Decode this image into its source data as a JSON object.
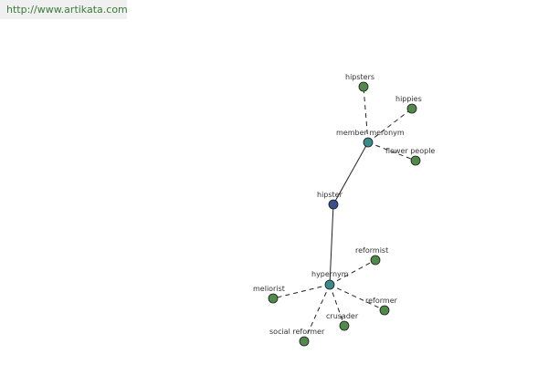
{
  "banner": {
    "url": "http://www.artikata.com"
  },
  "colors": {
    "term_node": "#3a4f8c",
    "relation_node": "#3a8a8c",
    "leaf_node": "#4f8a4a",
    "edge": "#222222",
    "label": "#333333"
  },
  "graph": {
    "nodes": [
      {
        "id": "hipster",
        "label": "hipster",
        "kind": "term"
      },
      {
        "id": "member-meronym",
        "label": "member meronym",
        "kind": "relation"
      },
      {
        "id": "hypernym",
        "label": "hypernym",
        "kind": "relation"
      },
      {
        "id": "hipsters",
        "label": "hipsters",
        "kind": "leaf"
      },
      {
        "id": "hippies",
        "label": "hippies",
        "kind": "leaf"
      },
      {
        "id": "flower-people",
        "label": "flower people",
        "kind": "leaf"
      },
      {
        "id": "reformist",
        "label": "reformist",
        "kind": "leaf"
      },
      {
        "id": "meliorist",
        "label": "meliorist",
        "kind": "leaf"
      },
      {
        "id": "reformer",
        "label": "reformer",
        "kind": "leaf"
      },
      {
        "id": "crusader",
        "label": "crusader",
        "kind": "leaf"
      },
      {
        "id": "social-reformer",
        "label": "social reformer",
        "kind": "leaf"
      }
    ],
    "edges": [
      {
        "from": "hipster",
        "to": "member-meronym",
        "style": "solid"
      },
      {
        "from": "hipster",
        "to": "hypernym",
        "style": "solid"
      },
      {
        "from": "member-meronym",
        "to": "hipsters",
        "style": "dashed"
      },
      {
        "from": "member-meronym",
        "to": "hippies",
        "style": "dashed"
      },
      {
        "from": "member-meronym",
        "to": "flower-people",
        "style": "dashed"
      },
      {
        "from": "hypernym",
        "to": "reformist",
        "style": "dashed"
      },
      {
        "from": "hypernym",
        "to": "meliorist",
        "style": "dashed"
      },
      {
        "from": "hypernym",
        "to": "reformer",
        "style": "dashed"
      },
      {
        "from": "hypernym",
        "to": "crusader",
        "style": "dashed"
      },
      {
        "from": "hypernym",
        "to": "social-reformer",
        "style": "dashed"
      }
    ]
  }
}
